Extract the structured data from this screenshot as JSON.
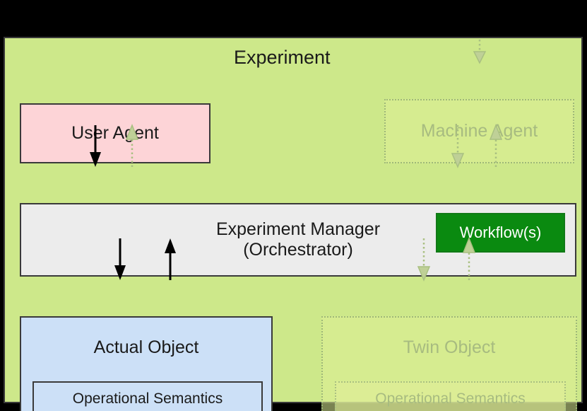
{
  "diagram": {
    "title": "Experiment",
    "background_color": "#000000",
    "container_color": "#cde88a",
    "boxes": {
      "user_agent": {
        "label": "User Agent",
        "color": "#fdd4d7",
        "state": "active"
      },
      "machine_agent": {
        "label": "Machine Agent",
        "color": "#dee996",
        "state": "ghost"
      },
      "experiment_manager": {
        "label": "Experiment Manager\n(Orchestrator)",
        "color": "#ececec",
        "state": "active"
      },
      "workflows": {
        "label": "Workflow(s)",
        "color": "#0a8a10",
        "text_color": "#ffffff",
        "state": "active"
      },
      "actual_object": {
        "label": "Actual Object",
        "color": "#cce0f7",
        "state": "active"
      },
      "actual_operational_semantics": {
        "label": "Operational Semantics",
        "color": "#cce0f7",
        "state": "active"
      },
      "twin_object": {
        "label": "Twin Object",
        "color": "#dee996",
        "state": "ghost"
      },
      "twin_operational_semantics": {
        "label": "Operational Semantics",
        "color": "#dee996",
        "state": "ghost"
      }
    },
    "connectors": [
      {
        "name": "external-to-user-agent",
        "from": "external",
        "to": "user_agent",
        "style": "solid",
        "direction": "down"
      },
      {
        "name": "user-agent-to-manager",
        "from": "user_agent",
        "to": "experiment_manager",
        "style": "solid",
        "direction": "down"
      },
      {
        "name": "manager-to-user-agent",
        "from": "experiment_manager",
        "to": "user_agent",
        "style": "dotted",
        "direction": "up"
      },
      {
        "name": "external-to-machine-agent",
        "from": "external",
        "to": "machine_agent",
        "style": "dotted",
        "direction": "down"
      },
      {
        "name": "machine-agent-to-manager",
        "from": "machine_agent",
        "to": "experiment_manager",
        "style": "dotted",
        "direction": "down"
      },
      {
        "name": "manager-to-machine-agent",
        "from": "experiment_manager",
        "to": "machine_agent",
        "style": "dotted",
        "direction": "up"
      },
      {
        "name": "manager-to-actual-object",
        "from": "experiment_manager",
        "to": "actual_object",
        "style": "solid",
        "direction": "down"
      },
      {
        "name": "actual-object-to-manager",
        "from": "actual_object",
        "to": "experiment_manager",
        "style": "solid",
        "direction": "up"
      },
      {
        "name": "manager-to-twin-object",
        "from": "experiment_manager",
        "to": "twin_object",
        "style": "dotted",
        "direction": "down"
      },
      {
        "name": "twin-object-to-manager",
        "from": "twin_object",
        "to": "experiment_manager",
        "style": "dotted",
        "direction": "up"
      }
    ]
  }
}
